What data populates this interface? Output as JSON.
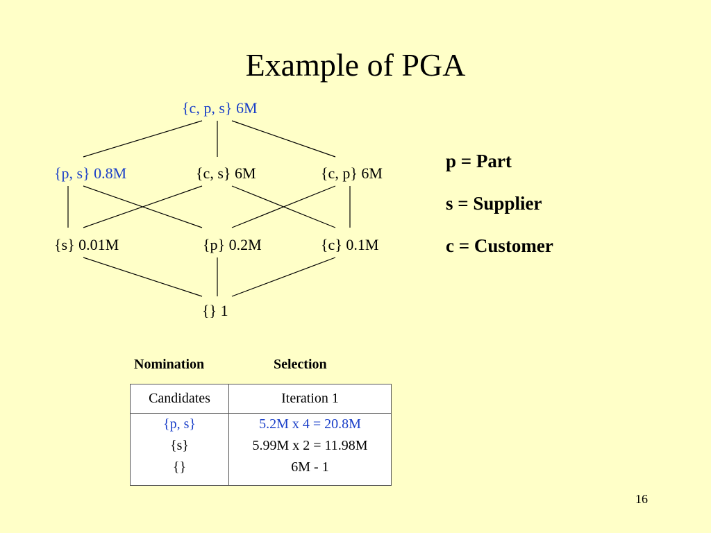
{
  "slide": {
    "title": "Example of PGA",
    "page_number": "16"
  },
  "colors": {
    "background": "#ffffc8",
    "highlight": "#1a3fc8",
    "text": "#000000"
  },
  "lattice": {
    "top": {
      "label": "{c, p, s} 6M",
      "highlighted": true
    },
    "level2": [
      {
        "label": "{p, s} 0.8M",
        "highlighted": true
      },
      {
        "label": "{c, s} 6M",
        "highlighted": false
      },
      {
        "label": "{c, p} 6M",
        "highlighted": false
      }
    ],
    "level3": [
      {
        "label": "{s} 0.01M",
        "highlighted": false
      },
      {
        "label": "{p} 0.2M",
        "highlighted": false
      },
      {
        "label": "{c} 0.1M",
        "highlighted": false
      }
    ],
    "bottom": {
      "label": "{} 1",
      "highlighted": false
    }
  },
  "legend": [
    "p = Part",
    "s = Supplier",
    "c = Customer"
  ],
  "table": {
    "nomination_header": "Nomination",
    "selection_header": "Selection",
    "columns": [
      "Candidates",
      "Iteration 1"
    ],
    "rows": [
      {
        "candidate": "{p, s}",
        "value": "5.2M x 4 = 20.8M",
        "highlighted": true
      },
      {
        "candidate": "{s}",
        "value": "5.99M x 2 = 11.98M",
        "highlighted": false
      },
      {
        "candidate": "{}",
        "value": "6M - 1",
        "highlighted": false
      }
    ]
  }
}
